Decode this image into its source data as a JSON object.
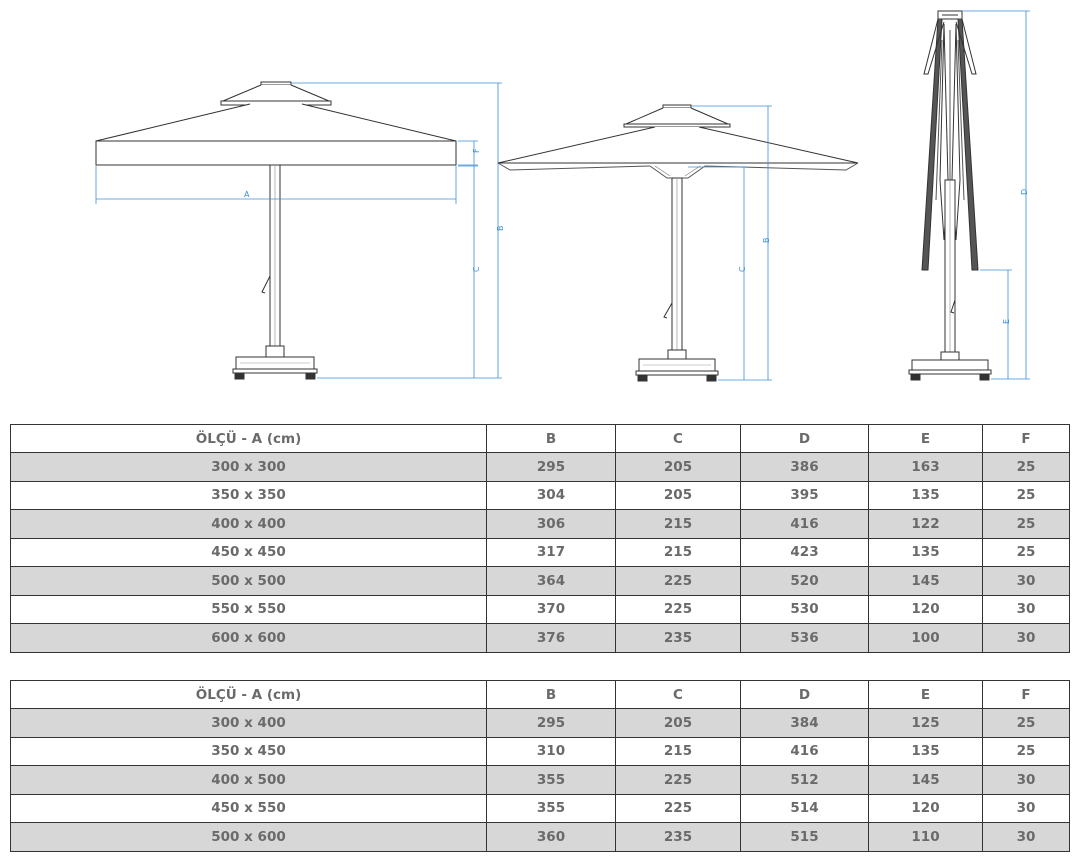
{
  "drawings": {
    "front_view": {
      "labels": [
        "A",
        "B",
        "C",
        "F"
      ]
    },
    "angle_view": {
      "labels": [
        "B",
        "C"
      ]
    },
    "closed_view": {
      "labels": [
        "D",
        "E"
      ]
    }
  },
  "colors": {
    "dimension_line": "#3b8fd6",
    "row_shade": "#d7d7d7",
    "text": "#6a6a6a"
  },
  "tables": [
    {
      "headers": [
        "ÖLÇÜ - A (cm)",
        "B",
        "C",
        "D",
        "E",
        "F"
      ],
      "rows": [
        [
          "300 x 300",
          "295",
          "205",
          "386",
          "163",
          "25"
        ],
        [
          "350 x 350",
          "304",
          "205",
          "395",
          "135",
          "25"
        ],
        [
          "400 x 400",
          "306",
          "215",
          "416",
          "122",
          "25"
        ],
        [
          "450 x 450",
          "317",
          "215",
          "423",
          "135",
          "25"
        ],
        [
          "500 x 500",
          "364",
          "225",
          "520",
          "145",
          "30"
        ],
        [
          "550 x 550",
          "370",
          "225",
          "530",
          "120",
          "30"
        ],
        [
          "600 x 600",
          "376",
          "235",
          "536",
          "100",
          "30"
        ]
      ]
    },
    {
      "headers": [
        "ÖLÇÜ - A (cm)",
        "B",
        "C",
        "D",
        "E",
        "F"
      ],
      "rows": [
        [
          "300 x 400",
          "295",
          "205",
          "384",
          "125",
          "25"
        ],
        [
          "350 x 450",
          "310",
          "215",
          "416",
          "135",
          "25"
        ],
        [
          "400 x 500",
          "355",
          "225",
          "512",
          "145",
          "30"
        ],
        [
          "450 x 550",
          "355",
          "225",
          "514",
          "120",
          "30"
        ],
        [
          "500 x 600",
          "360",
          "235",
          "515",
          "110",
          "30"
        ]
      ]
    }
  ]
}
